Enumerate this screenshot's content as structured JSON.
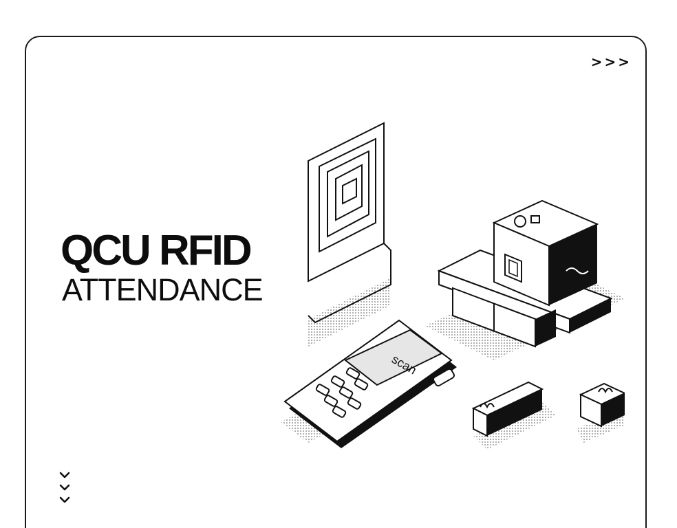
{
  "hero": {
    "title": "QCU RFID",
    "subtitle": "ATTENDANCE",
    "next_arrows": ">>>",
    "scroll_hint_icon": "chevron-down-icon"
  },
  "illustration": {
    "terminal_screen_text": "scan",
    "colors": {
      "ink": "#111111",
      "paper": "#ffffff",
      "shade": "#d9d9d9"
    }
  }
}
